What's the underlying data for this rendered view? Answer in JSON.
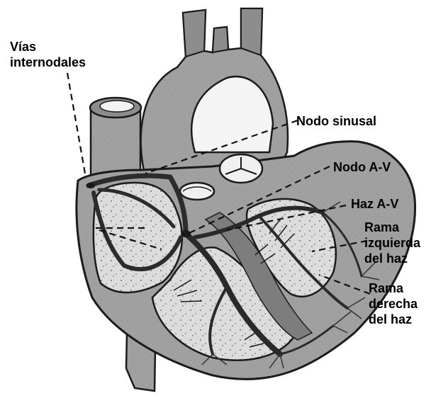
{
  "labels": {
    "vias": [
      "Vías",
      "internodales"
    ],
    "nodo_sinusal": [
      "Nodo sinusal"
    ],
    "nodo_av": [
      "Nodo A-V"
    ],
    "haz_av": [
      "Haz A-V"
    ],
    "rama_izq": [
      "Rama",
      "izquierda",
      "del haz"
    ],
    "rama_der": [
      "Rama",
      "derecha",
      "del haz"
    ]
  },
  "colors": {
    "tissue": "#9a9a9a",
    "tissue_dark": "#7d7d7d",
    "chamber": "#d6d6d6",
    "outline": "#1a1a1a"
  }
}
